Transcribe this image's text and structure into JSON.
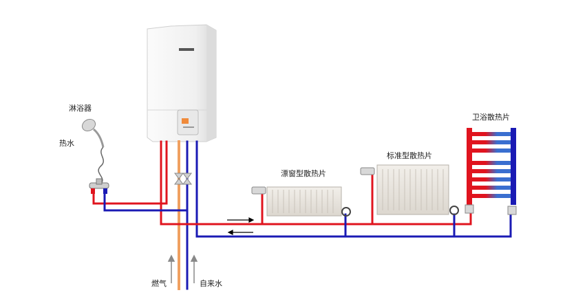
{
  "labels": {
    "shower": "淋浴器",
    "hot_water": "热水",
    "window_radiator": "漂窗型散热片",
    "standard_radiator": "标准型散热片",
    "bathroom_radiator": "卫浴散热片",
    "gas": "燃气",
    "tap_water": "自来水"
  },
  "colors": {
    "hot_pipe": "#e0141e",
    "return_pipe": "#1a1ab4",
    "gas_pipe": "#f0a060",
    "boiler_body": "#f2f2f2",
    "radiator_body": "#e8e4de"
  }
}
